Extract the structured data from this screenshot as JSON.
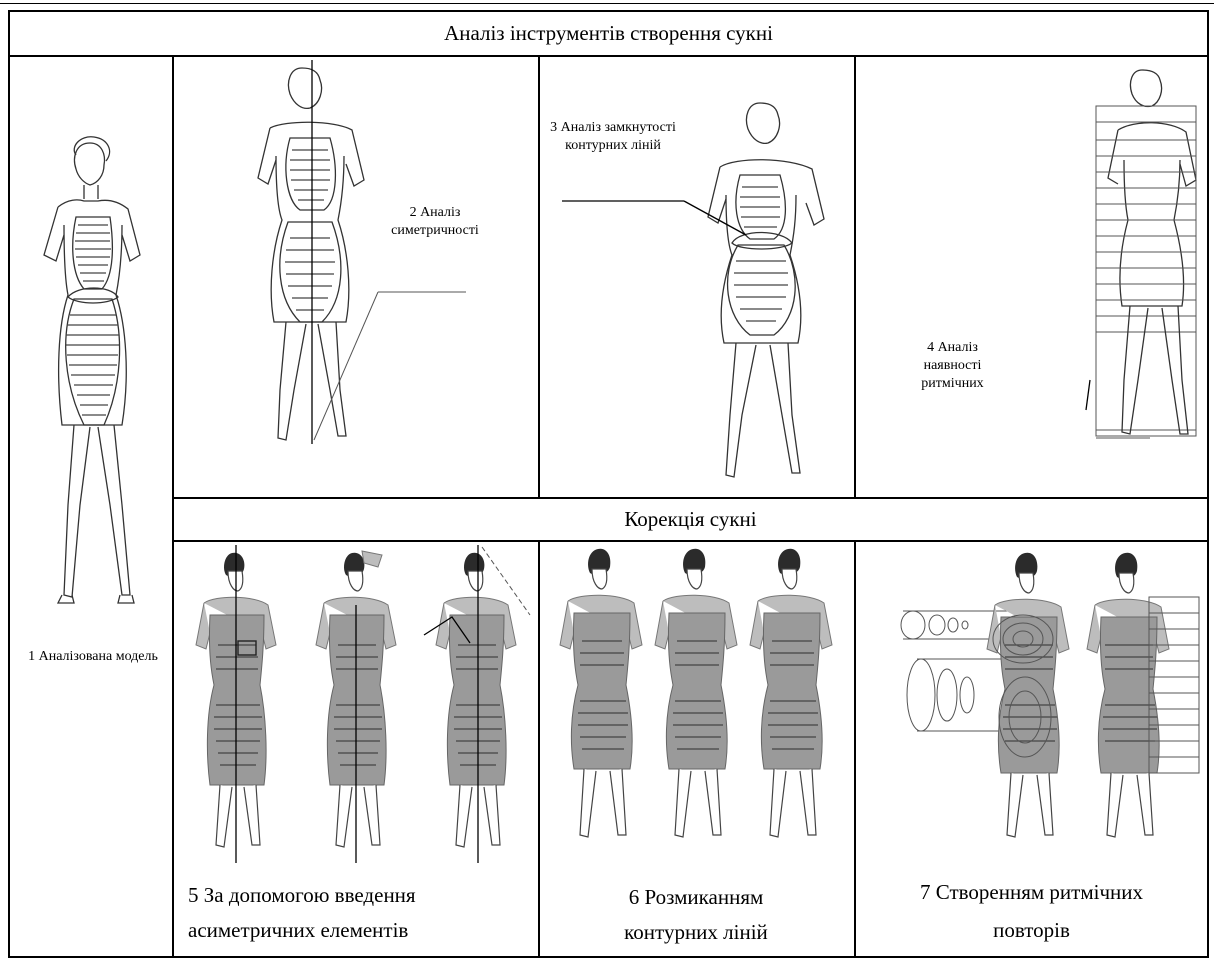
{
  "table": {
    "header": "Аналіз інструментів створення сукні",
    "correction_header": "Корекція сукні",
    "cells": {
      "model": "1 Аналізована модель",
      "symmetry": "2 Аналіз симетричності",
      "closure": "3 Аналіз замкнутості контурних ліній",
      "rhythm": "4 Аналіз наявності ритмічних",
      "asym_line1": "5 За допомогою введення",
      "asym_line2": "асиметричних елементів",
      "open_line1": "6 Розмиканням",
      "open_line2": "контурних ліній",
      "rhythm_line1": "7 Створенням ритмічних",
      "rhythm_line2": "повторів"
    }
  },
  "colors": {
    "border": "#000000",
    "figure_outline": "#333333",
    "dress_fill": "#9a9a9a"
  },
  "icons": [
    "dress-figure-illustration"
  ]
}
